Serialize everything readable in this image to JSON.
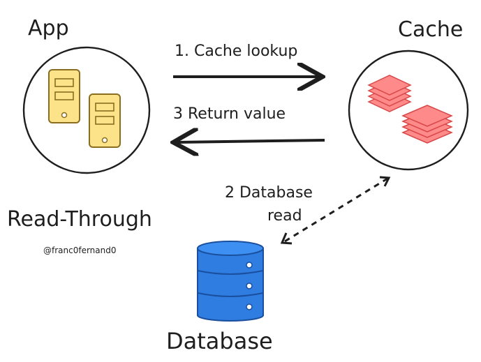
{
  "nodes": {
    "app": {
      "label": "App"
    },
    "cache": {
      "label": "Cache"
    },
    "database": {
      "label": "Database"
    }
  },
  "edges": {
    "lookup": {
      "label": "1. Cache lookup"
    },
    "return": {
      "label": "3 Return value"
    },
    "db_read": {
      "line1": "2 Database",
      "line2": "read"
    }
  },
  "title": "Read-Through",
  "author": "@franc0fernand0",
  "colors": {
    "ink": "#1e1e1e",
    "device_fill": "#fce38a",
    "device_stroke": "#8a6d1f",
    "cache_fill": "#ff8a8a",
    "cache_stroke": "#d94848",
    "db_fill": "#2f7de1",
    "db_stroke": "#1a4f9e"
  }
}
